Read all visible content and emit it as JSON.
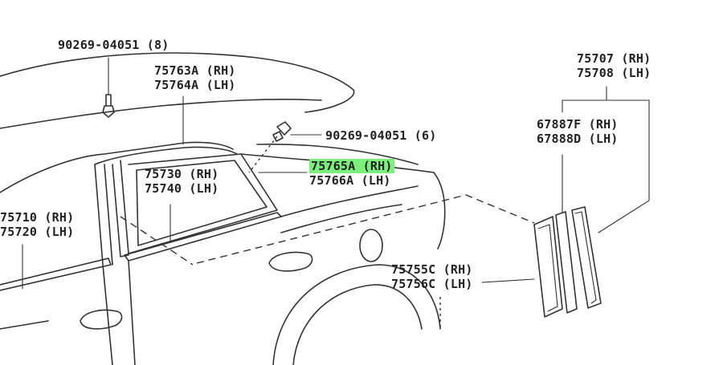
{
  "diagram": {
    "callouts": [
      {
        "id": "clip-top",
        "lines": [
          "90269-04051 (8)"
        ]
      },
      {
        "id": "roof-molding",
        "lines": [
          "75763A (RH)",
          "75764A (LH)"
        ]
      },
      {
        "id": "clip-rear",
        "lines": [
          "90269-04051 (6)"
        ]
      },
      {
        "id": "quarter-molding",
        "lines": [
          "75765A (RH)",
          "75766A (LH)"
        ],
        "highlight_line": 0,
        "highlight_color": "#7CF07C"
      },
      {
        "id": "rear-door-molding",
        "lines": [
          "75730 (RH)",
          "75740 (LH)"
        ]
      },
      {
        "id": "front-door-molding",
        "lines": [
          "75710 (RH)",
          "75720 (LH)"
        ]
      },
      {
        "id": "pillar-garnish",
        "lines": [
          "75707 (RH)",
          "75708 (LH)"
        ]
      },
      {
        "id": "pillar-tape",
        "lines": [
          "67887F (RH)",
          "67888D (LH)"
        ]
      },
      {
        "id": "pillar-sub",
        "lines": [
          "75755C (RH)",
          "75756C (LH)"
        ]
      }
    ]
  }
}
